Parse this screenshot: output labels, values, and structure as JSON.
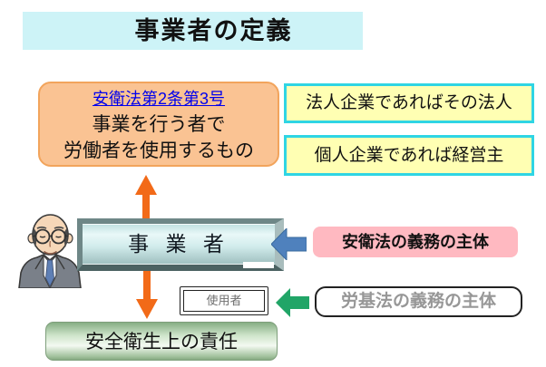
{
  "title": {
    "text": "事業者の定義"
  },
  "definition_box": {
    "link_label": "安衛法第2条第3号",
    "lines": [
      "事業を行う者で",
      "労働者を使用するもの"
    ]
  },
  "company_notes": [
    {
      "label": "法人企業であればその法人"
    },
    {
      "label": "個人企業であれば経営主"
    }
  ],
  "operator_bar": {
    "label": "事 業 者"
  },
  "obligation_labels": {
    "anei": "安衛法の義務の主体",
    "roki": "労基法の義務の主体"
  },
  "employer_button": {
    "label": "使用者"
  },
  "responsibility_box": {
    "label": "安全衛生上の責任"
  },
  "icons": {
    "businessman": "businessman-illustration",
    "up_arrow": "orange-arrow-up",
    "down_arrow": "orange-arrow-down",
    "blue_left_arrow": "blue-arrow-left",
    "green_left_arrow": "green-arrow-left"
  },
  "colors": {
    "banner_bg": "#CDF3F7",
    "definition_fill": "#FAC393",
    "definition_border": "#F2A45C",
    "link_blue": "#0000EE",
    "note_fill": "#FFFFB3",
    "note_border": "#2FD5E4",
    "bar_frame": "#5E7878",
    "bar_body_light": "#E9F8F8",
    "pink_fill": "#FFB9C1",
    "blue_arrow": "#4F81BD",
    "green_arrow": "#21A567",
    "orange_arrow": "#F26A18",
    "responsibility_mid": "#F3F9F1",
    "gray_text": "#979797"
  }
}
